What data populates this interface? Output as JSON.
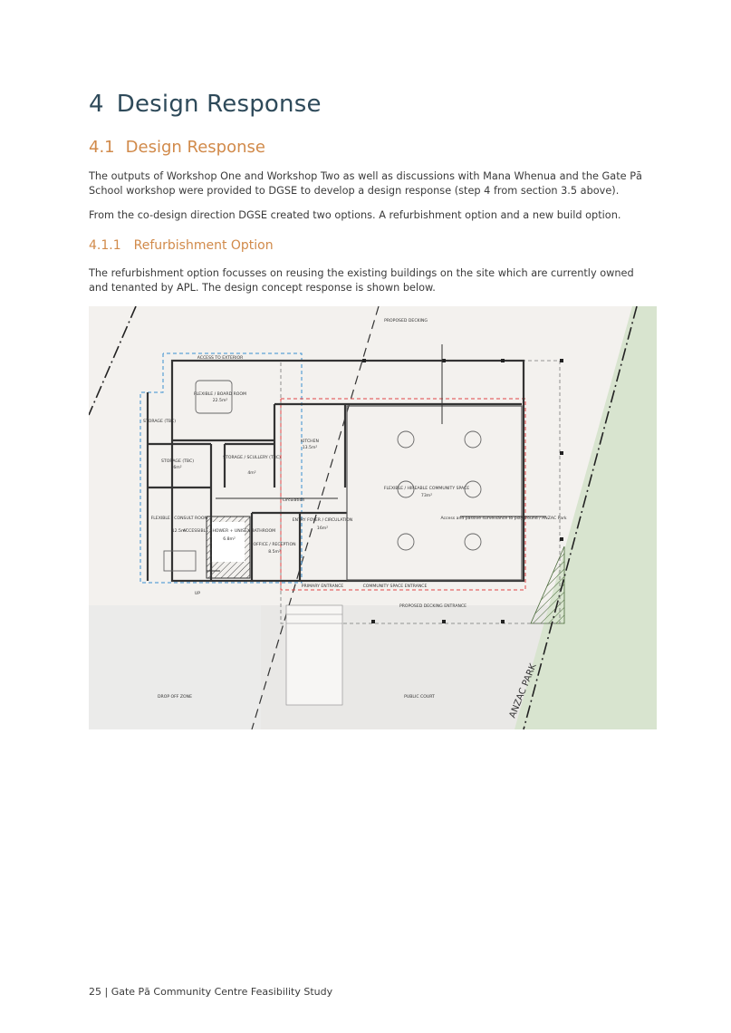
{
  "heading1": {
    "number": "4",
    "text": "Design Response"
  },
  "heading2": {
    "number": "4.1",
    "text": "Design Response"
  },
  "para1": "The outputs of Workshop One and Workshop Two as well as discussions with Mana Whenua and the Gate Pā School workshop were provided to DGSE to develop a design response (step 4 from section 3.5 above).",
  "para2": "From the co-design direction DGSE created two options. A refurbishment option and a new build option.",
  "heading3": {
    "number": "4.1.1",
    "text": "Refurbishment Option"
  },
  "para3": "The refurbishment option focusses on reusing the existing buildings on the site which are currently owned and tenanted by APL. The design concept response is shown below.",
  "plan": {
    "proposed_decking_top": "PROPOSED DECKING",
    "access_to_exterior": "ACCESS TO EXTERIOR",
    "flexible_board_room": "FLEXIBLE / BOARD ROOM",
    "board_room_area": "22.5m²",
    "storage_tbc_small": "STORAGE (TBC)",
    "storage_tbc": "STORAGE (TBC)",
    "storage_area": "6m²",
    "storage_scullery": "STORAGE / SCULLERY (TBC)",
    "scullery_area": "4m²",
    "kitchen": "KITCHEN",
    "kitchen_area": "13.5m²",
    "flexible_hireable": "FLEXIBLE / HIREABLE COMMUNITY SPACE",
    "community_area": "73m²",
    "circulation": "Circulation",
    "flexible_consult": "FLEXIBLE / CONSULT ROOM",
    "consult_area": "12.5m²",
    "accessible_bathroom": "ACCESSIBLE SHOWER + UNISEX BATHROOM",
    "bathroom_area": "6.8m²",
    "office_reception": "OFFICE / RECEPTION",
    "office_area": "8.5m²",
    "entry_foyer": "ENTRY FOYER / CIRCULATION",
    "foyer_area": "16m²",
    "access_surveillance": "Access and passive surveillance to playground / ANZAC Park",
    "primary_entrance": "PRIMARY ENTRANCE",
    "community_entrance": "COMMUNITY SPACE ENTRANCE",
    "proposed_decking_entrance": "PROPOSED DECKING ENTRANCE",
    "drop_off_zone": "DROP OFF ZONE",
    "public_court": "PUBLIC COURT",
    "anzac_park": "ANZAC PARK",
    "up_label": "UP"
  },
  "footer": "25 | Gate Pā Community Centre Feasibility Study"
}
